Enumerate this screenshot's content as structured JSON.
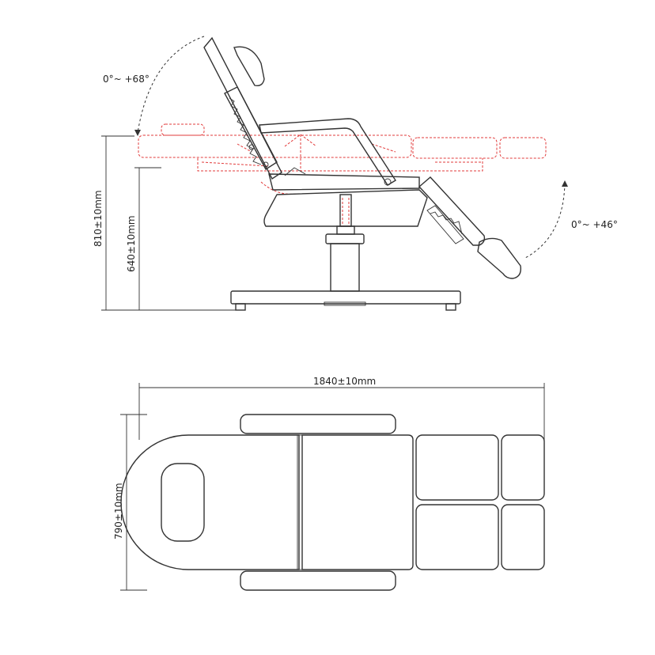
{
  "side_view": {
    "backrest_angle": "0°~ +68°",
    "legrest_angle": "0°~ +46°",
    "total_height": "810±10mm",
    "seat_height": "640±10mm"
  },
  "top_view": {
    "length": "1840±10mm",
    "width": "790±10mm"
  },
  "colors": {
    "outline": "#333333",
    "adjustment_range": "#e23b3b"
  }
}
